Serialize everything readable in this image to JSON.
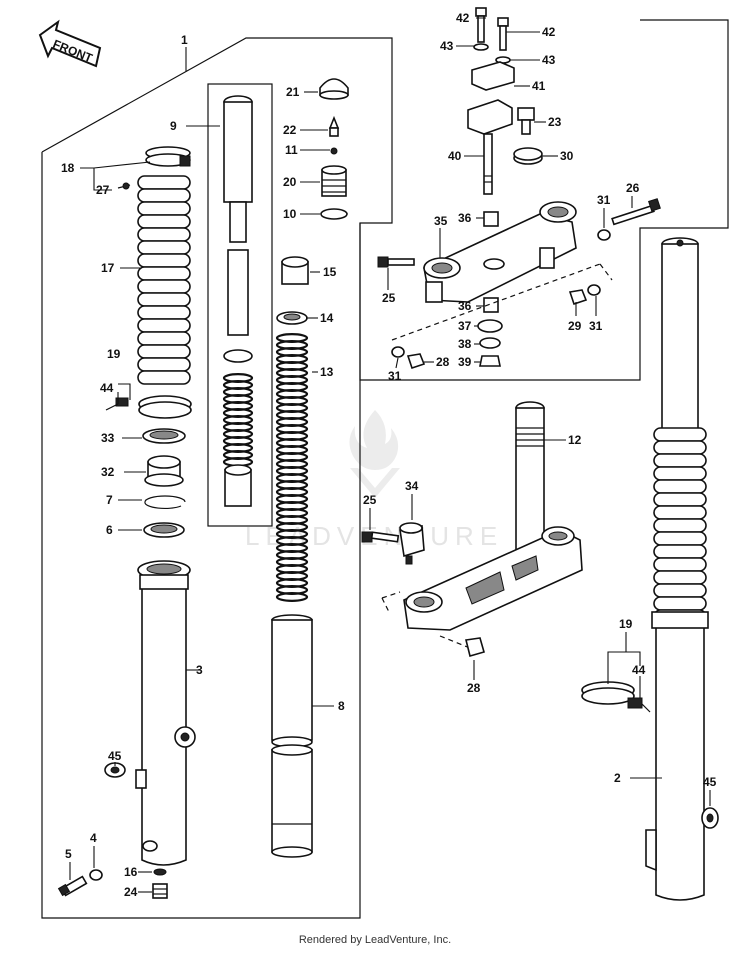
{
  "front_arrow": {
    "text": "FRONT"
  },
  "watermark": {
    "text": "LEADVENTURE"
  },
  "footer": {
    "text": "Rendered by LeadVenture, Inc."
  },
  "part_labels": [
    "1",
    "2",
    "3",
    "4",
    "5",
    "6",
    "7",
    "8",
    "9",
    "10",
    "11",
    "12",
    "13",
    "14",
    "15",
    "16",
    "17",
    "18",
    "19",
    "20",
    "21",
    "22",
    "23",
    "24",
    "25",
    "26",
    "27",
    "28",
    "29",
    "30",
    "31",
    "32",
    "33",
    "34",
    "35",
    "36",
    "37",
    "38",
    "39",
    "40",
    "41",
    "42",
    "43",
    "44",
    "45"
  ]
}
